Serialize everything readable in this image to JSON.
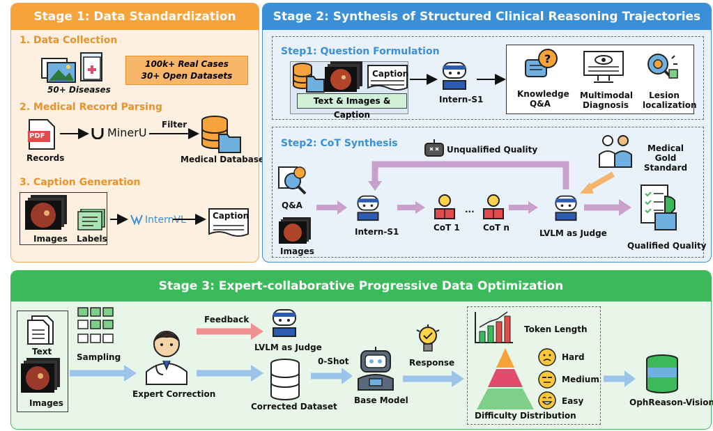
{
  "stage1": {
    "title": "Stage 1: Data Standardization",
    "s1": "1. Data Collection",
    "diseases": "50+ Diseases",
    "real_cases": "100k+ Real Cases",
    "open_datasets": "30+ Open Datasets",
    "s2": "2. Medical Record Parsing",
    "filter": "Filter",
    "records": "Records",
    "pdf": "PDF",
    "mineru": "MinerU",
    "med_db": "Medical Database",
    "s3": "3. Caption Generation",
    "images": "Images",
    "labels": "Labels",
    "internvl": "InternVL",
    "caption": "Caption"
  },
  "stage2": {
    "title": "Stage 2: Synthesis of Structured Clinical Reasoning Trajectories",
    "step1": "Step1: Question Formulation",
    "caption": "Caption",
    "text_images_caption": "Text & Images & Caption",
    "intern_s1": "Intern-S1",
    "knowledge": "Knowledge Q&A",
    "multimodal": "Multimodal Diagnosis",
    "lesion": "Lesion localization",
    "step2": "Step2: CoT Synthesis",
    "unqualified": "Unqualified Quality",
    "gold": "Medical Gold Standard",
    "qa": "Q&A",
    "images": "Images",
    "intern_s1_b": "Intern-S1",
    "cot1": "CoT 1",
    "ellipsis": "...",
    "cotn": "CoT n",
    "judge": "LVLM as Judge",
    "qualified": "Qualified Quality"
  },
  "stage3": {
    "title": "Stage 3: Expert-collaborative Progressive Data Optimization",
    "text": "Text",
    "images": "Images",
    "sampling": "Sampling",
    "expert": "Expert Correction",
    "feedback": "Feedback",
    "judge": "LVLM as Judge",
    "corrected": "Corrected Dataset",
    "zero_shot": "0-Shot",
    "base_model": "Base Model",
    "response": "Response",
    "token_length": "Token Length",
    "hard": "Hard",
    "medium": "Medium",
    "easy": "Easy",
    "difficulty": "Difficulty Distribution",
    "output": "OphReason-Vision"
  },
  "colors": {
    "stage1": "#f5a33a",
    "stage2": "#3a8fd6",
    "stage3": "#3cb95a",
    "arrow_purple": "#c9a0cc",
    "arrow_blue": "#9cc3ea"
  }
}
